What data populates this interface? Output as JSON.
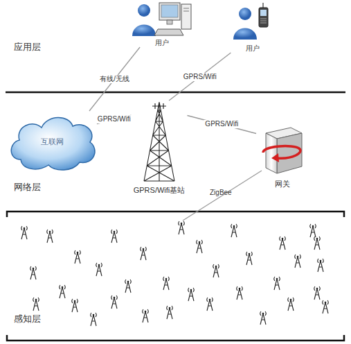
{
  "diagram": {
    "nodes": [
      {
        "text": [
          "用户"
        ]
      },
      {
        "text": [
          "用户"
        ]
      },
      {
        "text": [
          "互联网"
        ]
      },
      {
        "text": [
          "GPRS/Wifi基站"
        ]
      },
      {
        "text": [
          "网关"
        ]
      }
    ],
    "edges": [
      {
        "from": 0,
        "to": 2,
        "label": "有线/无线",
        "arrow": "none"
      },
      {
        "from": 1,
        "to": 3,
        "label": "GPRS/Wifi",
        "arrow": "none"
      },
      {
        "from": 2,
        "to": 3,
        "label": "GPRS/Wifi",
        "arrow": "none"
      },
      {
        "from": 3,
        "to": 4,
        "label": "GPRS/Wifi",
        "arrow": "none"
      }
    ],
    "labels": [
      "应用层",
      "网络层",
      "感知层",
      "ZigBee"
    ]
  }
}
